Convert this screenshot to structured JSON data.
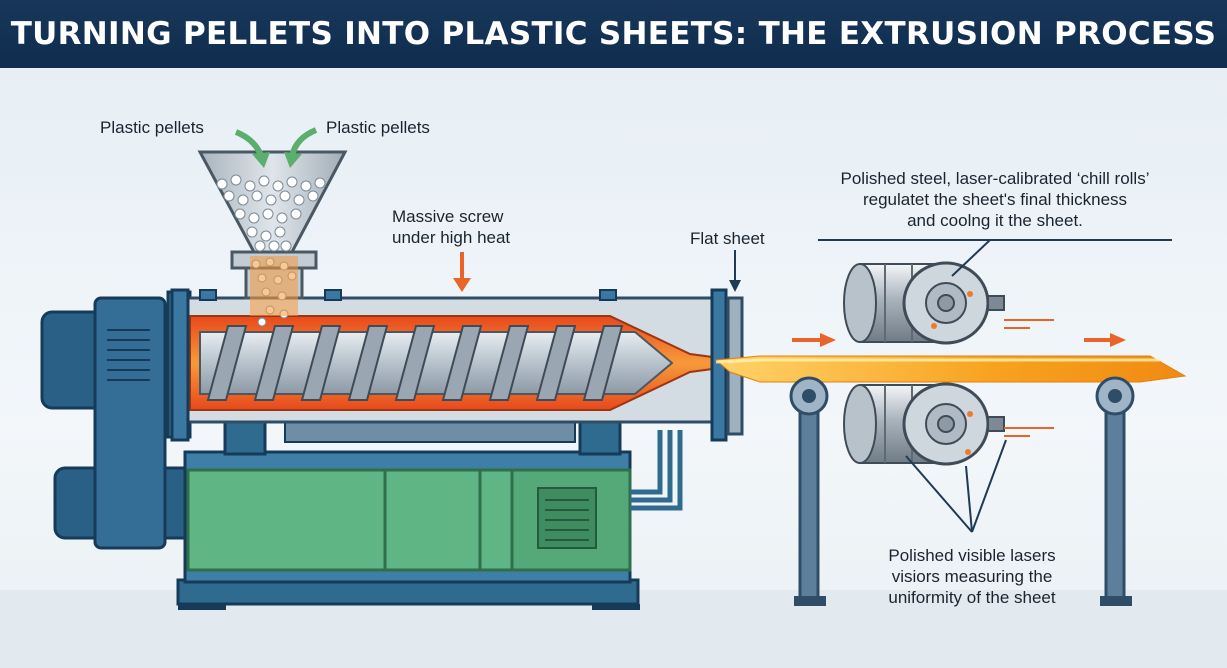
{
  "header": {
    "title": "TURNING PELLETS INTO PLASTIC SHEETS: THE EXTRUSION PROCESS"
  },
  "labels": {
    "pellets_left": "Plastic pellets",
    "pellets_right": "Plastic pellets",
    "screw_line1": "Massive screw",
    "screw_line2": "under high heat",
    "flat_sheet": "Flat sheet",
    "chill_line1": "Polished steel, laser-calibrated ‘chill rolls’",
    "chill_line2": "regulatet the sheet's final thickness",
    "chill_line3": "and coolng it the sheet.",
    "laser_line1": "Polished visible lasers",
    "laser_line2": "visiors measuring the",
    "laser_line3": "uniformity of the sheet"
  },
  "colors": {
    "header_bg": "#143356",
    "machine_blue": "#2e6f96",
    "motor_blue": "#2a5f86",
    "base_green": "#5fb583",
    "barrel_steel": "#c9d3dc",
    "heat_orange": "#f07a2b",
    "sheet_orange": "#f7a21e",
    "arrow_green": "#5cae6e",
    "arrow_orange": "#e8642a"
  }
}
